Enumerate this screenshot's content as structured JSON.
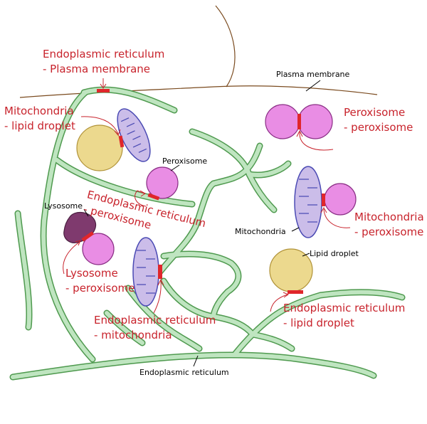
{
  "colors": {
    "er_fill": "#bfe5c0",
    "er_outline": "#4f9a4f",
    "peroxisome": "#e98de4",
    "mitochondria": "#cbbde9",
    "lipid_droplet": "#ecd98e",
    "lysosome": "#7f3a6e",
    "contact_site": "#e0262b",
    "contact_label": "#c8232c"
  },
  "labels": {
    "plasma_membrane": "Plasma membrane",
    "peroxisome": "Peroxisome",
    "lysosome": "Lysosome",
    "mitochondria": "Mitochondria",
    "lipid_droplet": "Lipid droplet",
    "endoplasmic_reticulum": "Endoplasmic reticulum"
  },
  "contacts": {
    "er_pm": {
      "line1": "Endoplasmic reticulum",
      "line2": "- Plasma membrane"
    },
    "mito_ld": {
      "line1": "Mitochondria",
      "line2": "- lipid droplet"
    },
    "perox_perox": {
      "line1": "Peroxisome",
      "line2": "- peroxisome"
    },
    "er_perox": {
      "line1": "Endoplasmic reticulum",
      "line2": "- peroxisome"
    },
    "mito_perox": {
      "line1": "Mitochondria",
      "line2": "- peroxisome"
    },
    "lyso_perox": {
      "line1": "Lysosome",
      "line2": "- peroxisome"
    },
    "er_mito": {
      "line1": "Endoplasmic reticulum",
      "line2": "- mitochondria"
    },
    "er_ld": {
      "line1": "Endoplasmic reticulum",
      "line2": "- lipid droplet"
    }
  }
}
